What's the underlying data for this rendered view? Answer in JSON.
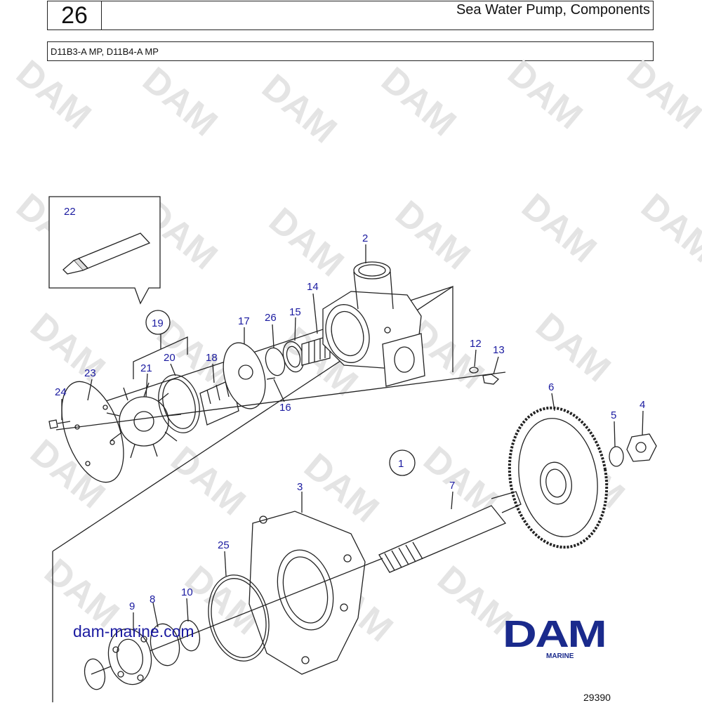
{
  "header": {
    "page_number": "26",
    "title": "Sea Water Pump, Components"
  },
  "models": "D11B3-A MP, D11B4-A MP",
  "callouts": [
    "1",
    "2",
    "3",
    "4",
    "5",
    "6",
    "7",
    "8",
    "9",
    "10",
    "12",
    "13",
    "14",
    "15",
    "16",
    "17",
    "18",
    "19",
    "20",
    "21",
    "22",
    "23",
    "24",
    "25",
    "26"
  ],
  "footer": {
    "website": "dam-marine.com",
    "logo": "DAM",
    "logo_sub": "MARINE",
    "figure_number": "29390"
  },
  "watermark": "DAM",
  "colors": {
    "callout": "#1a1aa0",
    "logo": "#1a2a8c",
    "line": "#222222",
    "watermark": "#e4e4e4"
  }
}
